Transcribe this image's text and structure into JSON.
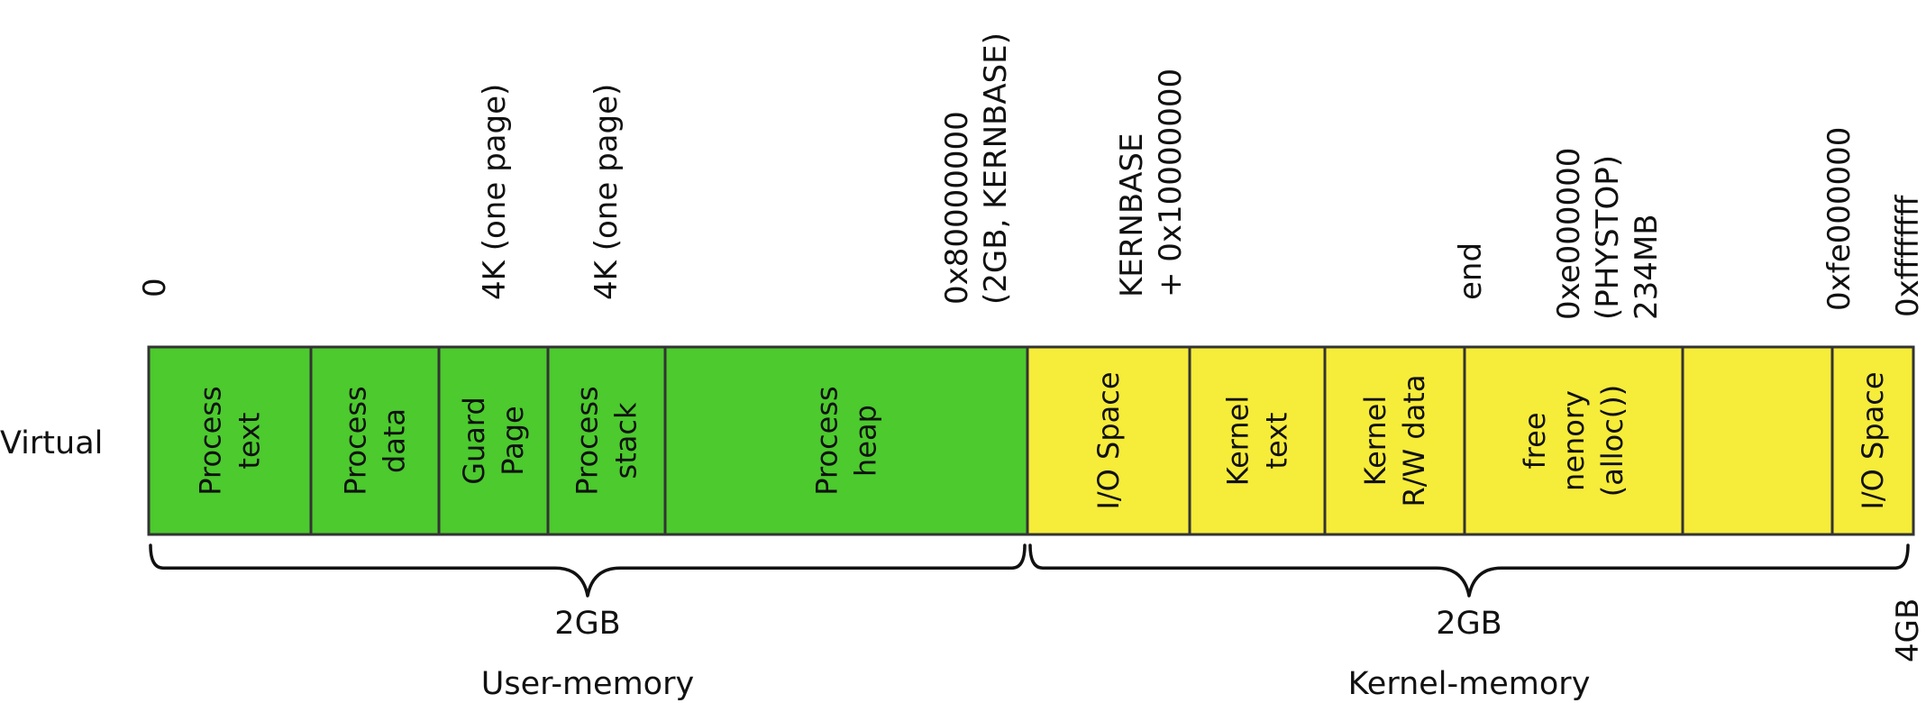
{
  "row_label": "Virtual",
  "colors": {
    "user": "#4cca2e",
    "kernel": "#f6ec3a",
    "border": "#333333"
  },
  "address_labels": [
    {
      "id": "zero",
      "lines": [
        "0"
      ]
    },
    {
      "id": "guard-4k",
      "lines": [
        "4K (one page)"
      ]
    },
    {
      "id": "stack-4k",
      "lines": [
        "4K (one page)"
      ]
    },
    {
      "id": "kernbase",
      "lines": [
        "0x80000000",
        "(2GB, KERNBASE)"
      ]
    },
    {
      "id": "kernbase-plus",
      "lines": [
        "KERNBASE",
        "+ 0x10000000"
      ]
    },
    {
      "id": "end",
      "lines": [
        "end"
      ]
    },
    {
      "id": "phystop",
      "lines": [
        "0xe000000",
        "(PHYSTOP)",
        "234MB"
      ]
    },
    {
      "id": "fe000000",
      "lines": [
        "0xfe000000"
      ]
    },
    {
      "id": "ffffffff",
      "lines": [
        "0xffffffff"
      ]
    },
    {
      "id": "four-gb",
      "lines": [
        "4GB"
      ]
    }
  ],
  "segments": [
    {
      "id": "process-text",
      "region": "user",
      "lines": [
        "Process",
        "text"
      ]
    },
    {
      "id": "process-data",
      "region": "user",
      "lines": [
        "Process",
        "data"
      ]
    },
    {
      "id": "guard-page",
      "region": "user",
      "lines": [
        "Guard",
        "Page"
      ]
    },
    {
      "id": "process-stack",
      "region": "user",
      "lines": [
        "Process",
        "stack"
      ]
    },
    {
      "id": "process-heap",
      "region": "user",
      "lines": [
        "Process",
        "heap"
      ]
    },
    {
      "id": "io-space-low",
      "region": "kernel",
      "lines": [
        "I/O Space"
      ]
    },
    {
      "id": "kernel-text",
      "region": "kernel",
      "lines": [
        "Kernel",
        "text"
      ]
    },
    {
      "id": "kernel-rw-data",
      "region": "kernel",
      "lines": [
        "Kernel",
        "R/W data"
      ]
    },
    {
      "id": "free-memory",
      "region": "kernel",
      "lines": [
        "free",
        "nenory",
        "(alloc())"
      ]
    },
    {
      "id": "unlabeled",
      "region": "kernel",
      "lines": []
    },
    {
      "id": "io-space-high",
      "region": "kernel",
      "lines": [
        "I/O Space"
      ]
    }
  ],
  "spans": [
    {
      "id": "user",
      "size": "2GB",
      "name": "User-memory"
    },
    {
      "id": "kernel",
      "size": "2GB",
      "name": "Kernel-memory"
    }
  ]
}
